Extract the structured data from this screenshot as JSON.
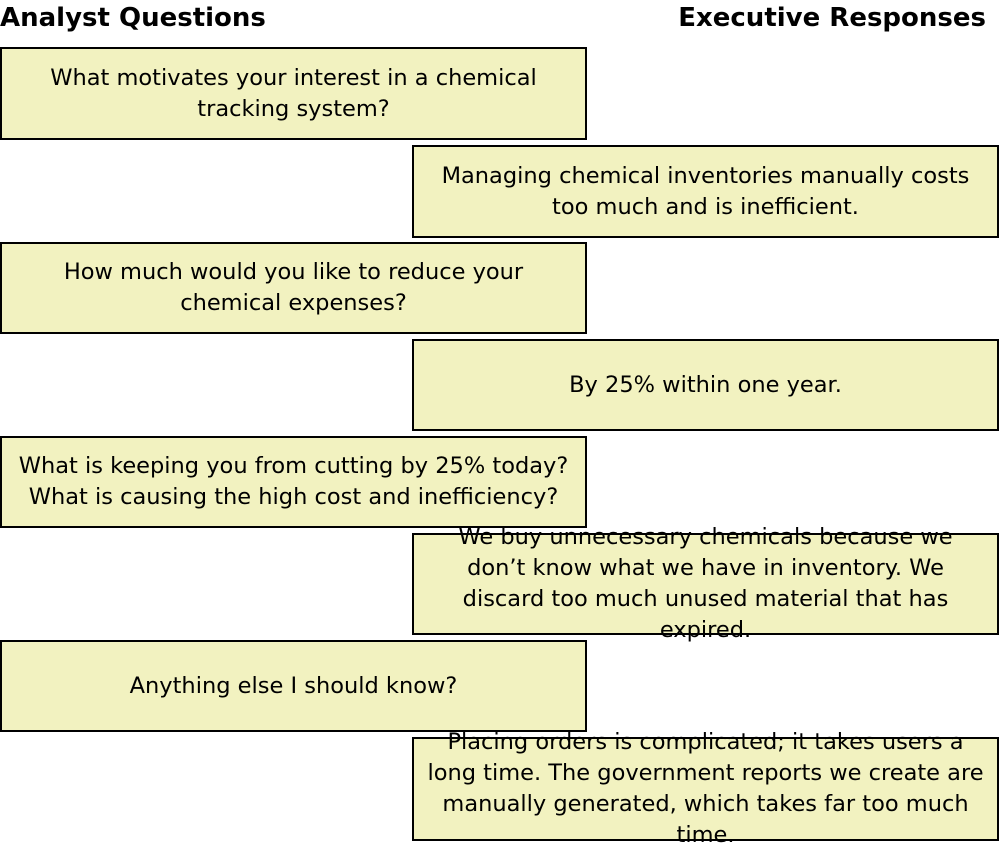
{
  "headings": {
    "left": "Analyst Questions",
    "right": "Executive Responses"
  },
  "dialogue": {
    "q1": "What motivates your interest in a chemical tracking system?",
    "a1": "Managing chemical inventories manually costs too much and is inefficient.",
    "q2": "How much would you like to reduce your chemical expenses?",
    "a2": "By 25% within one year.",
    "q3": "What is keeping you from cutting by 25% today? What is causing the high cost and inefficiency?",
    "a3": "We buy unnecessary chemicals because we don’t know what we have in inventory. We discard too much unused material that has expired.",
    "q4": "Anything else I should know?",
    "a4": "Placing orders is complicated; it takes users a long time. The government reports we create are manually generated, which takes far too much time."
  },
  "colors": {
    "box_fill": "#f2f2c0",
    "box_border": "#000000"
  }
}
